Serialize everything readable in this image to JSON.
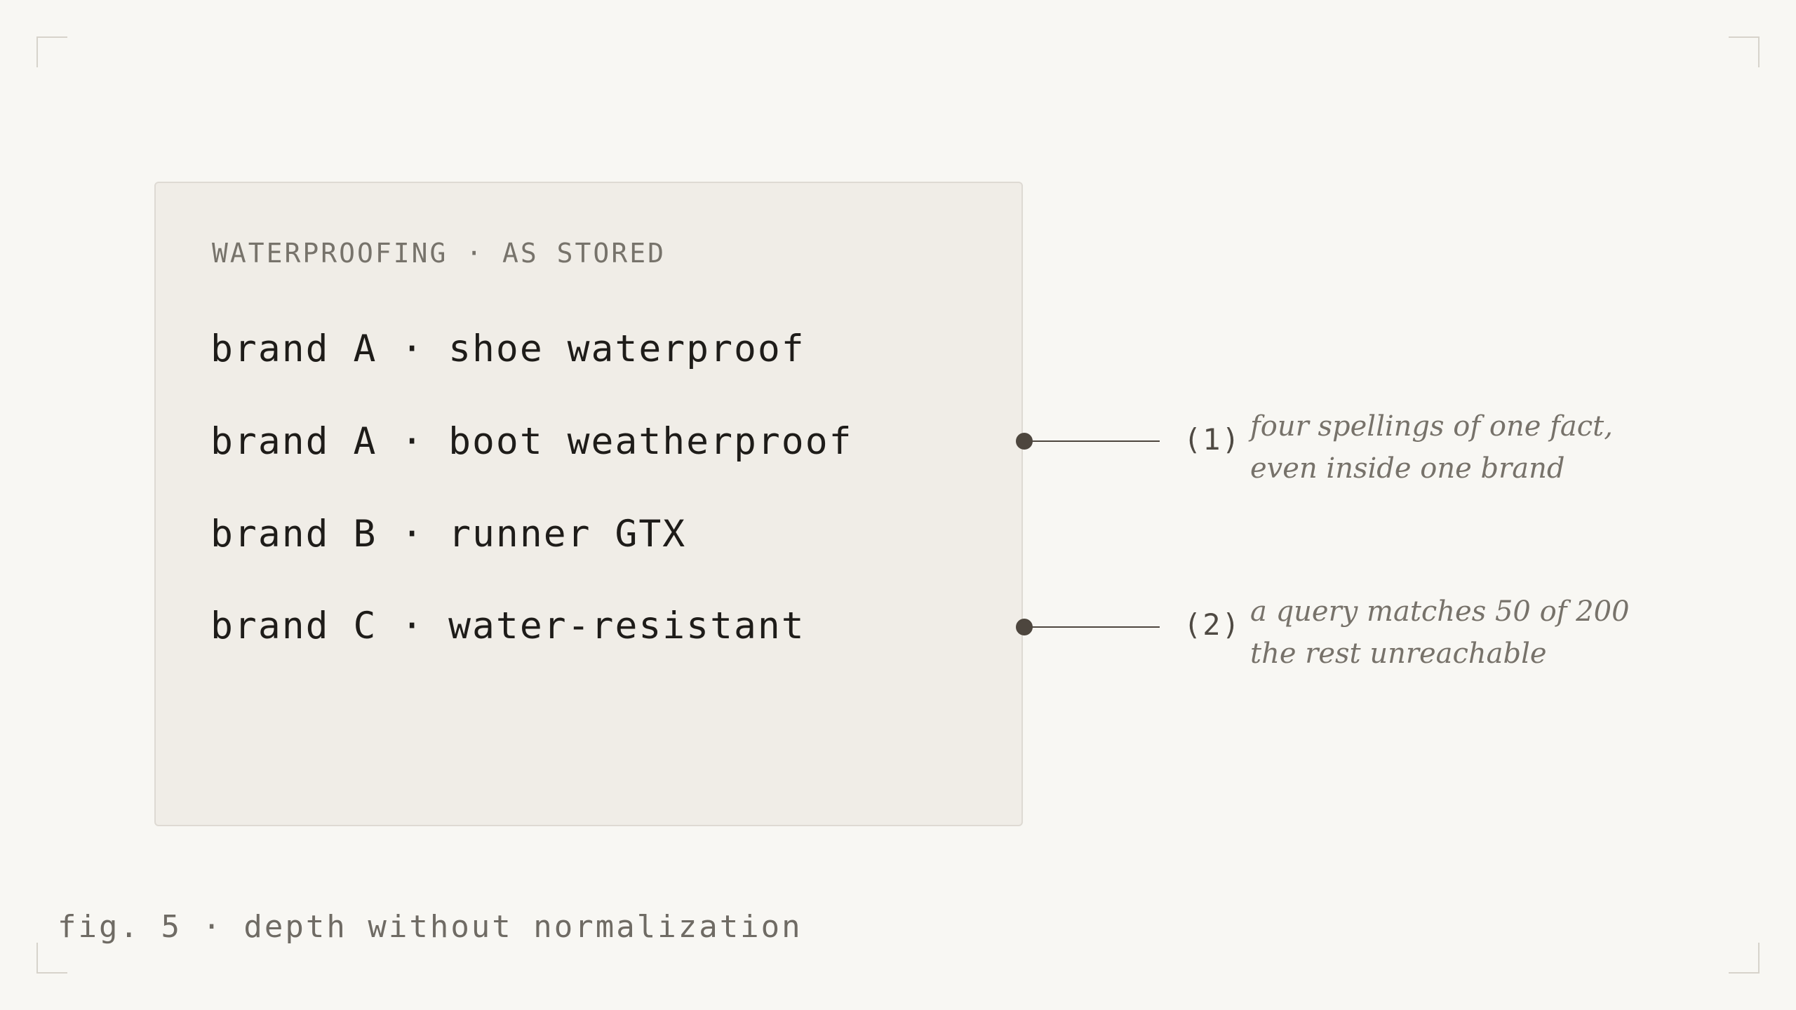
{
  "panel": {
    "header": "WATERPROOFING · AS STORED",
    "entries": [
      "brand A · shoe waterproof",
      "brand A · boot weatherproof",
      "brand B · runner GTX",
      "brand C · water-resistant"
    ]
  },
  "annotations": [
    {
      "number": "(1)",
      "lines": [
        "four spellings of one fact,",
        "even inside one brand"
      ]
    },
    {
      "number": "(2)",
      "lines": [
        "a query matches 50 of 200",
        "the rest unreachable"
      ]
    }
  ],
  "caption": "fig. 5 · depth without normalization",
  "colors": {
    "background": "#f8f7f3",
    "panel": "#f0ede7",
    "connector": "#4d463e"
  }
}
